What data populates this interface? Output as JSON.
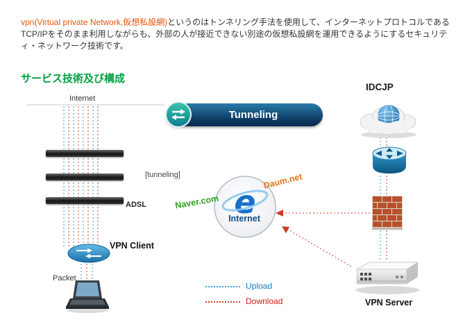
{
  "intro": {
    "highlight": "vpn(Virtual private Network,仮想私設網)",
    "body": "というのはトンネリング手法を使用して、インターネットプロトコルであるTCP/IPをそのまま利用しながらも、外部の人が接近できない別途の仮想私設網を運用できるようにするセキュリティ・ネットワーク技術です。"
  },
  "section_title": "サービス技術及び構成",
  "diagram": {
    "banner": {
      "label": "Tunneling"
    },
    "labels": {
      "internet_line": "Internet",
      "tunneling_bracket": "[tunneling]",
      "adsl": "ADSL",
      "vpn_client": "VPN Client",
      "packet": "Packet",
      "idcjp": "IDCJP",
      "vpn_server": "VPN Server",
      "internet_hub": "Internet",
      "internet_logo": "e",
      "naver": "Naver.com",
      "daum": "Daum.net"
    },
    "legend": {
      "upload": "Upload",
      "download": "Download"
    },
    "colors": {
      "upload_line": "#2e9bd6",
      "download_line": "#cc3b22",
      "accent_green": "#00a042",
      "highlight_orange": "#e8530e"
    }
  }
}
